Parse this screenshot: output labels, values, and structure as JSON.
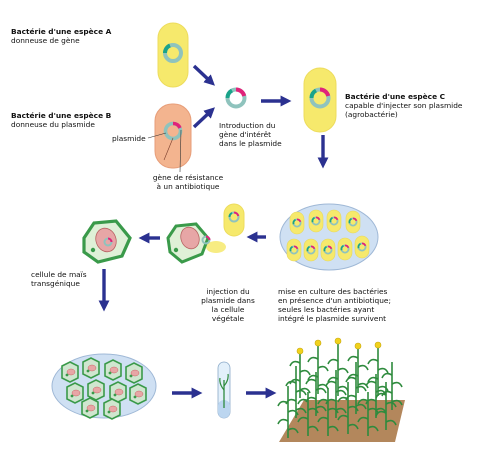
{
  "labels": {
    "bact_a_title": "Bactérie d'une espèce A",
    "bact_a_sub": "donneuse de gène",
    "bact_b_title": "Bactérie d'une espèce B",
    "bact_b_sub": "donneuse du plasmide",
    "plasmide": "plasmide",
    "resistance_1": "gène de résistance",
    "resistance_2": "à un antibiotique",
    "intro_1": "Introduction du",
    "intro_2": "gène d'intérêt",
    "intro_3": "dans le plasmide",
    "bact_c_title": "Bactérie d'une espèce C",
    "bact_c_1": "capable d'injecter son plasmide",
    "bact_c_2": "(agrobactérie)",
    "culture_1": "mise en culture des bactéries",
    "culture_2": "en présence d'un antibiotique;",
    "culture_3": "seules les bactéries ayant",
    "culture_4": "intégré le plasmide survivent",
    "injection_1": "injection du",
    "injection_2": "plasmide dans",
    "injection_3": "la cellule",
    "injection_4": "végétale",
    "mais_1": "cellule de maïs",
    "mais_2": "transgénique"
  },
  "colors": {
    "arrow": "#2b3190",
    "bacterium_yellow": "#f6e96c",
    "bacterium_peach": "#f3b48f",
    "plasmid_teal": "#8fc3bd",
    "gene_magenta": "#e0237a",
    "gene_green": "#1aa38a",
    "cell_green": "#3a9a4a",
    "petri_blue": "#cfe0f3",
    "soil": "#b3875c"
  }
}
